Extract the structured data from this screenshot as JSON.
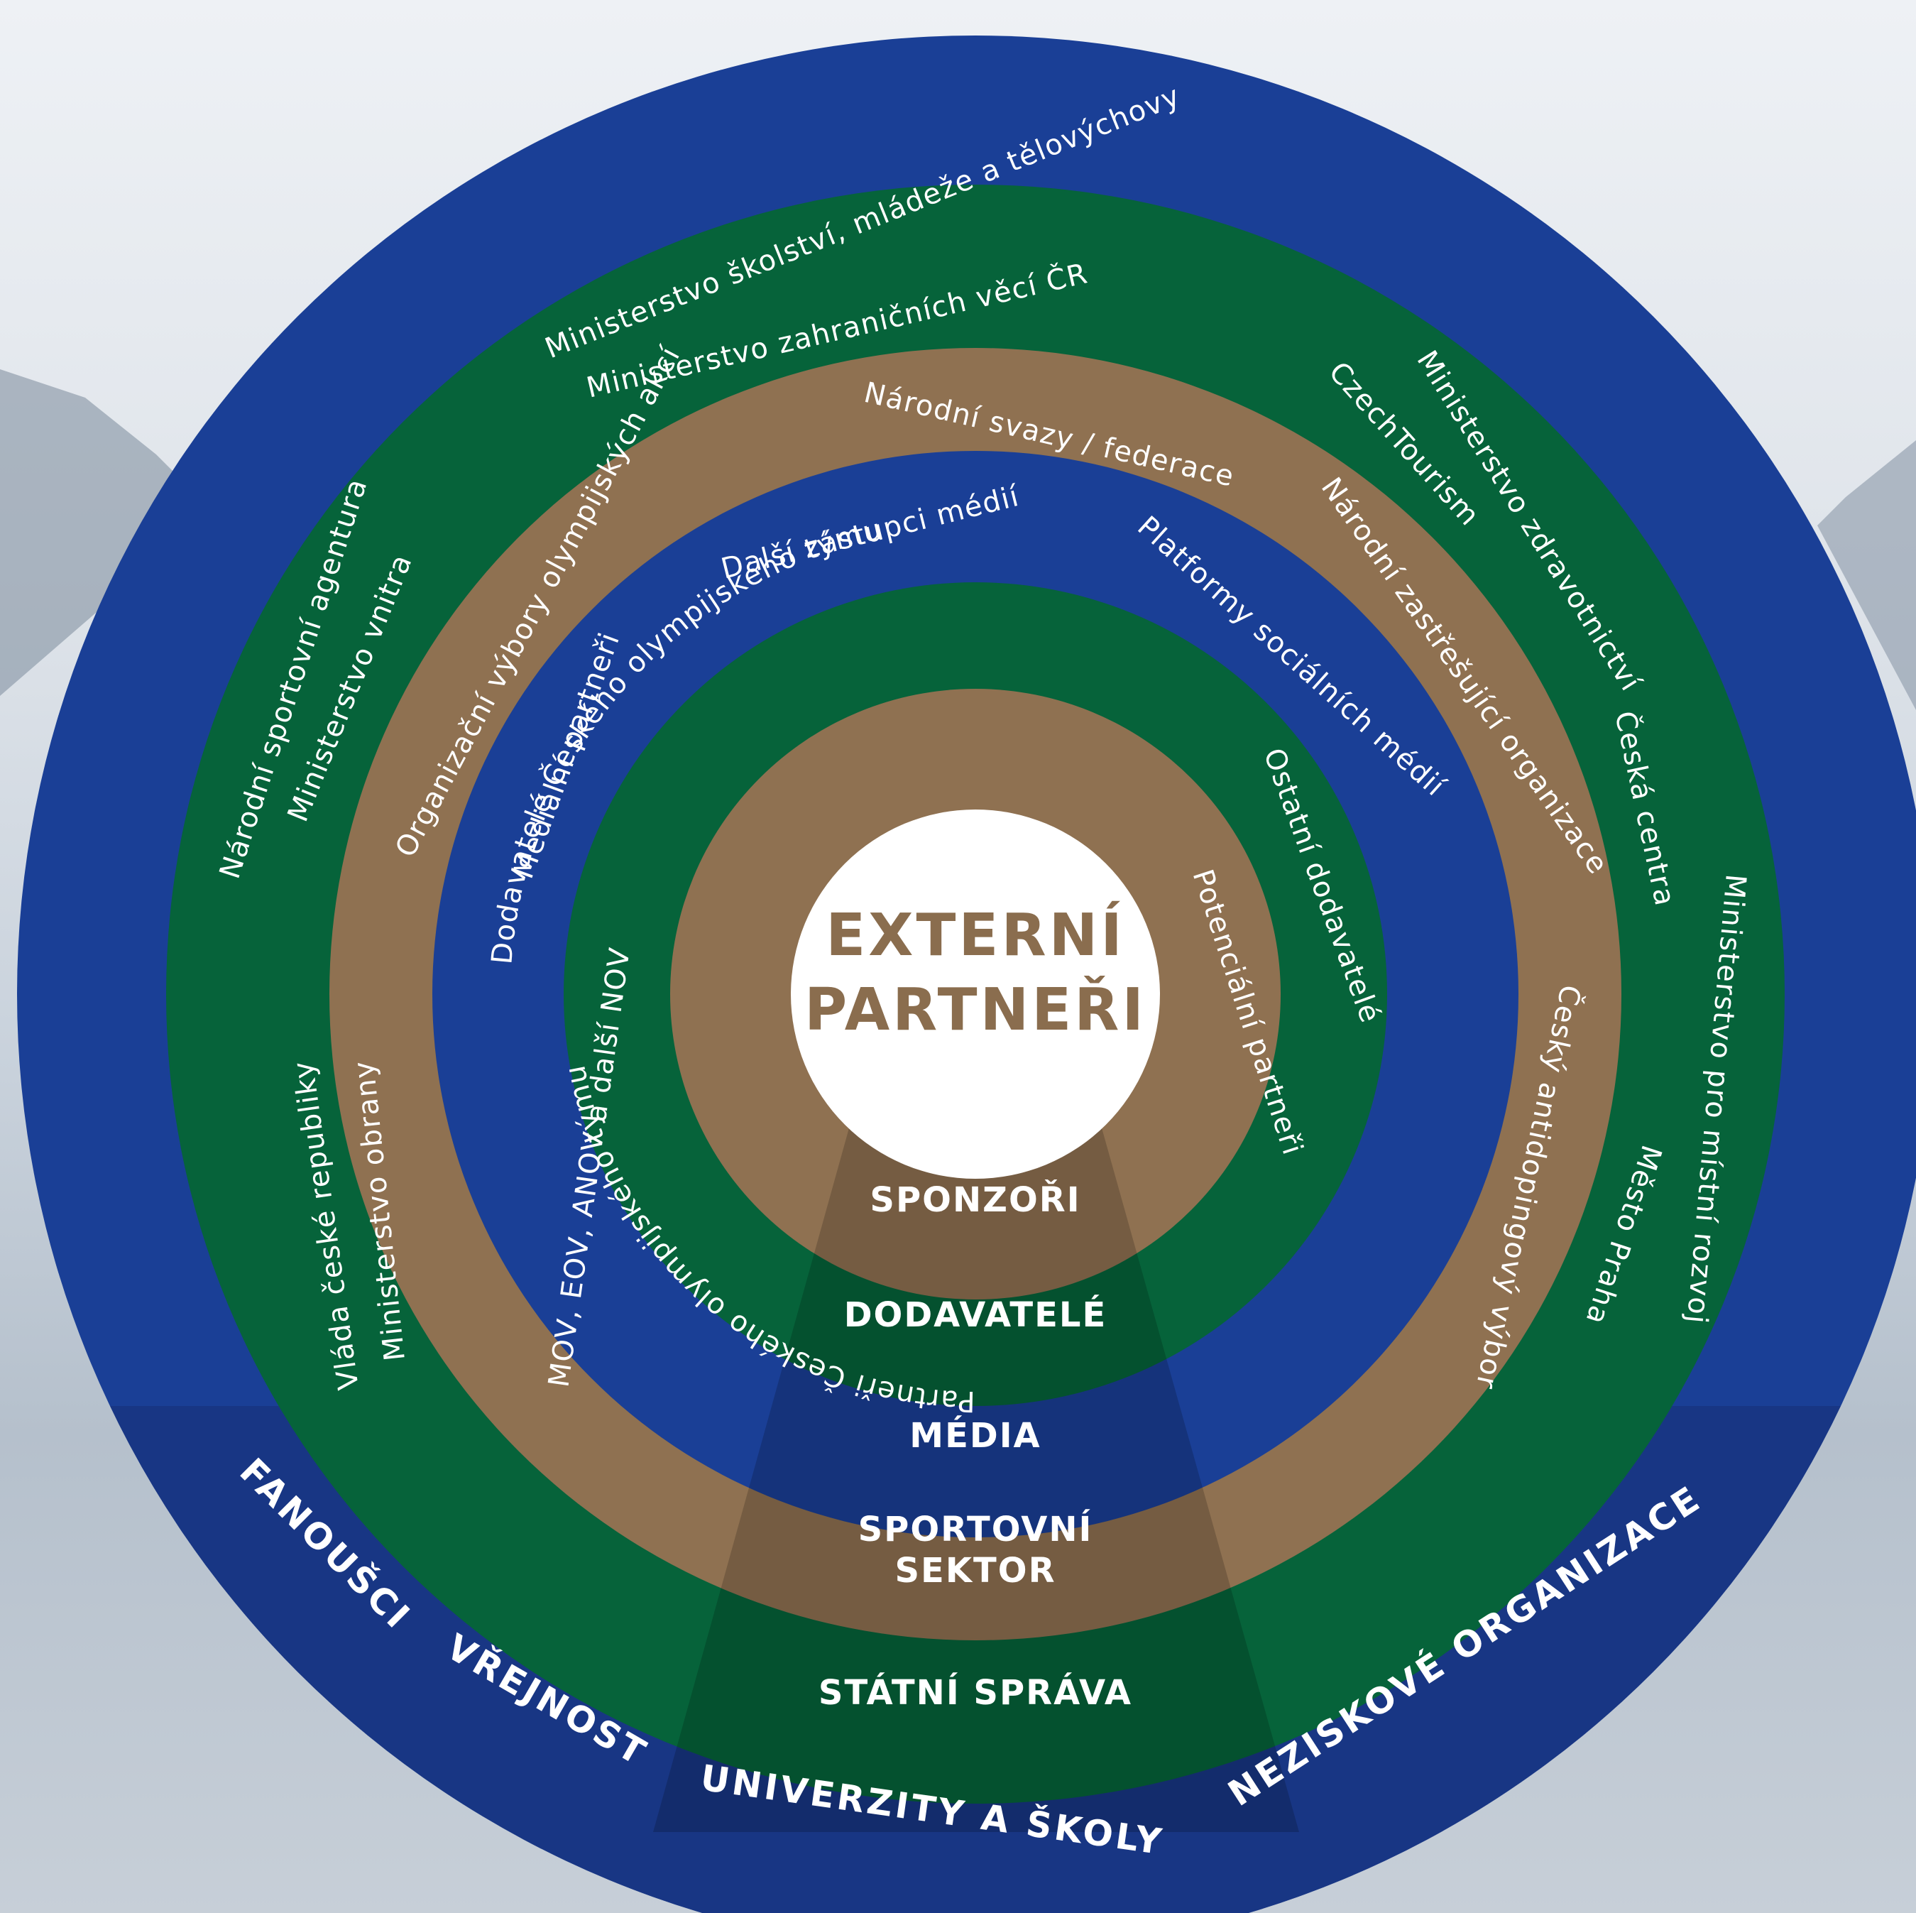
{
  "center": {
    "line1": "EXTERNÍ",
    "line2": "PARTNEŘI"
  },
  "colors": {
    "blue": "#1a3f96",
    "green": "#06633a",
    "brown": "#8f7151",
    "white": "#ffffff",
    "center_text": "#8a6d4e",
    "band_blue": "#172f77"
  },
  "sectors": {
    "sponzori": "SPONZOŘI",
    "dodavatele": "DODAVATELÉ",
    "media": "MÉDIA",
    "sportovni_line1": "SPORTOVNÍ",
    "sportovni_line2": "SEKTOR",
    "statni": "STÁTNÍ SPRÁVA"
  },
  "bottom": {
    "fanousci": "FANOUŠCI",
    "verejnost": "VŘEJNOST",
    "univerzity": "UNIVERZITY A ŠKOLY",
    "neziskove": "NEZISKOVÉ ORGANIZACE"
  },
  "ring_sponzori": {
    "left": "Partneři Českého olympijského týmu",
    "right": "Potenciální partneři"
  },
  "ring_dodavatele": {
    "left": "Dodavatelé Českého olympijského týmu",
    "right": "Ostatní dodavatelé"
  },
  "ring_media": {
    "left": "Mediální partneři",
    "top": "Další zástupci médií",
    "right": "Platformy sociálních médií"
  },
  "ring_sport": {
    "left": "MOV, EOV, ANOV a další NOV",
    "top_left": "Organizační výbory olympijských akcí",
    "top": "Národní svazy / federace",
    "top_right": "Národní zastřešující organizace",
    "right": "Český antidopingový výbor"
  },
  "ring_statni": {
    "top1": "Ministerstvo školství, mládeže a tělovýchovy",
    "top2": "Ministerstvo zahraničních věcí ČR",
    "left1": "Národní sportovní agentura",
    "left2": "Ministerstvo vnitra",
    "left3": "Vláda české republiky",
    "left4": "Ministerstvo obrany",
    "right1": "Ministerstvo zdravotnictví",
    "right2": "CzechTourism",
    "right3": "Česká centra",
    "right4": "Ministerstvo pro místní rozvoj",
    "right5": "Město Praha"
  }
}
